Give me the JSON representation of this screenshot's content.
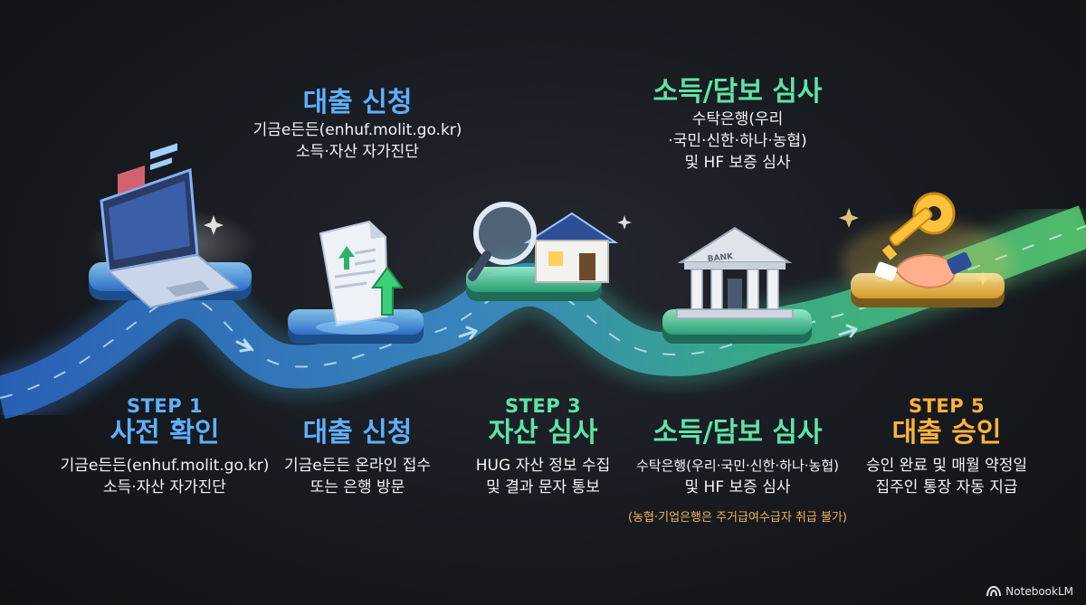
{
  "top_labels": [
    {
      "title": "대출 신청",
      "lines": [
        "기금e든든(enhuf.molit.go.kr)",
        "소득·자산 자가진단"
      ]
    },
    {
      "title": "소득/담보 심사",
      "lines": [
        "수탁은행(우리",
        "·국민·신한·하나·농협)",
        "및 HF 보증 심사"
      ]
    }
  ],
  "steps": [
    {
      "step": "STEP 1",
      "title": "사전 확인",
      "lines": [
        "기금e든든(enhuf.molit.go.kr)",
        "소득·자산 자가진단"
      ],
      "color": "#5fb0ff",
      "icon": "laptop-icon"
    },
    {
      "step": "",
      "title": "대출 신청",
      "lines": [
        "기금e든든 온라인 접수",
        "또는 은행 방문"
      ],
      "color": "#5fb0ff",
      "icon": "document-upload-icon"
    },
    {
      "step": "STEP 3",
      "title": "자산 심사",
      "lines": [
        "HUG 자산 정보 수집",
        "및 결과 문자 통보"
      ],
      "color": "#5fe3a8",
      "icon": "house-magnifier-icon"
    },
    {
      "step": "",
      "title": "소득/담보 심사",
      "lines": [
        "수탁은행(우리·국민·신한·하나·농협)",
        "및 HF 보증 심사"
      ],
      "note": "(농협·기업은행은 주거급여수급자 취급 불가)",
      "color": "#5fe3a8",
      "icon": "bank-icon"
    },
    {
      "step": "STEP 5",
      "title": "대출 승인",
      "lines": [
        "승인 완료 및 매월 약정일",
        "집주인 통장 자동 지급"
      ],
      "color": "#ffb23c",
      "icon": "key-handshake-icon"
    }
  ],
  "footer": {
    "label": "NotebookLM",
    "icon": "notebooklm-logo-icon"
  }
}
